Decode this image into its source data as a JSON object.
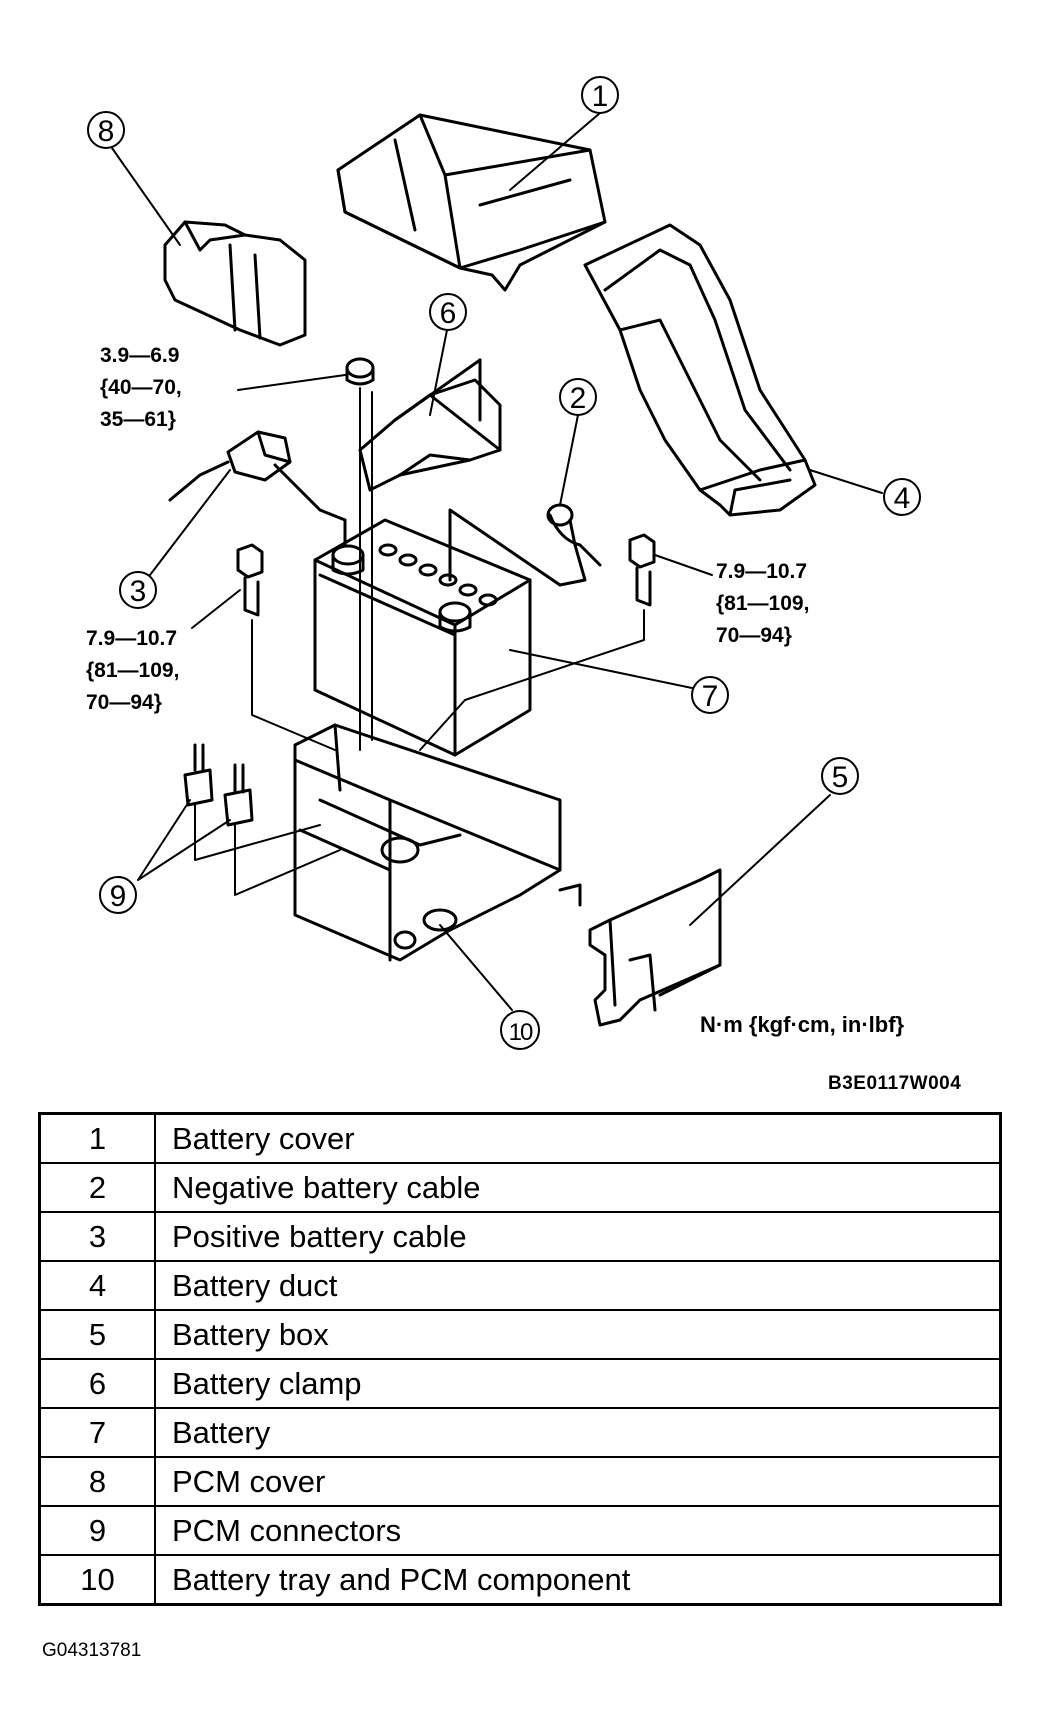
{
  "callouts": [
    "1",
    "2",
    "3",
    "4",
    "5",
    "6",
    "7",
    "8",
    "9",
    "10"
  ],
  "torque_specs": {
    "clamp_nut": [
      "3.9—6.9",
      "{40—70,",
      "35—61}"
    ],
    "bolt_left": [
      "7.9—10.7",
      "{81—109,",
      "70—94}"
    ],
    "bolt_right": [
      "7.9—10.7",
      "{81—109,",
      "70—94}"
    ]
  },
  "unit_note": "N·m {kgf·cm,  in·lbf}",
  "figure_code": "B3E0117W004",
  "figure_id": "G04313781",
  "legend": [
    {
      "num": "1",
      "desc": "Battery cover"
    },
    {
      "num": "2",
      "desc": "Negative battery cable"
    },
    {
      "num": "3",
      "desc": "Positive battery cable"
    },
    {
      "num": "4",
      "desc": "Battery duct"
    },
    {
      "num": "5",
      "desc": "Battery box"
    },
    {
      "num": "6",
      "desc": "Battery clamp"
    },
    {
      "num": "7",
      "desc": "Battery"
    },
    {
      "num": "8",
      "desc": "PCM cover"
    },
    {
      "num": "9",
      "desc": "PCM connectors"
    },
    {
      "num": "10",
      "desc": "Battery tray and PCM component"
    }
  ]
}
